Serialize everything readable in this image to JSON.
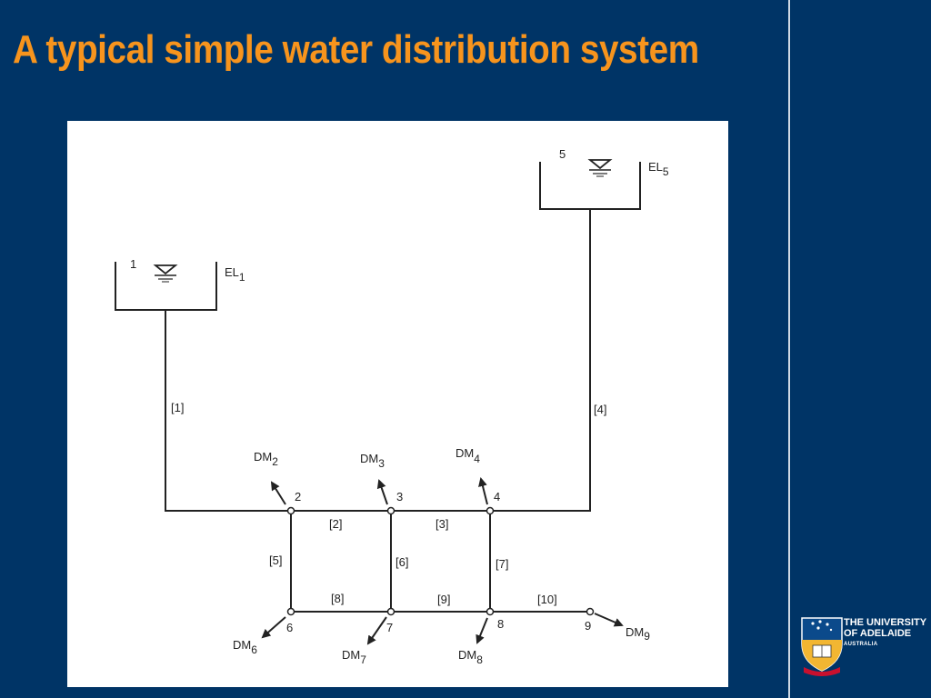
{
  "slide": {
    "title": "A typical simple water distribution system"
  },
  "diagram": {
    "reservoirs": [
      {
        "id": "1",
        "label": "1",
        "elevation_label": "EL",
        "elevation_sub": "1"
      },
      {
        "id": "5",
        "label": "5",
        "elevation_label": "EL",
        "elevation_sub": "5"
      }
    ],
    "nodes": [
      "2",
      "3",
      "4",
      "6",
      "7",
      "8",
      "9"
    ],
    "pipes": [
      "[1]",
      "[2]",
      "[3]",
      "[4]",
      "[5]",
      "[6]",
      "[7]",
      "[8]",
      "[9]",
      "[10]"
    ],
    "demands": [
      {
        "node": "2",
        "label": "DM",
        "sub": "2"
      },
      {
        "node": "3",
        "label": "DM",
        "sub": "3"
      },
      {
        "node": "4",
        "label": "DM",
        "sub": "4"
      },
      {
        "node": "6",
        "label": "DM",
        "sub": "6"
      },
      {
        "node": "7",
        "label": "DM",
        "sub": "7"
      },
      {
        "node": "8",
        "label": "DM",
        "sub": "8"
      },
      {
        "node": "9",
        "label": "DM",
        "sub": "9"
      }
    ]
  },
  "logo": {
    "line1": "THE UNIVERSITY",
    "line2": "OF ADELAIDE",
    "line3": "AUSTRALIA",
    "colors": {
      "shield_blue": "#0b4a8b",
      "shield_gold": "#f2b632",
      "ribbon_red": "#c8102e"
    }
  },
  "colors": {
    "background": "#003466",
    "title": "#f7941d",
    "panel": "#ffffff",
    "line": "#222222"
  }
}
